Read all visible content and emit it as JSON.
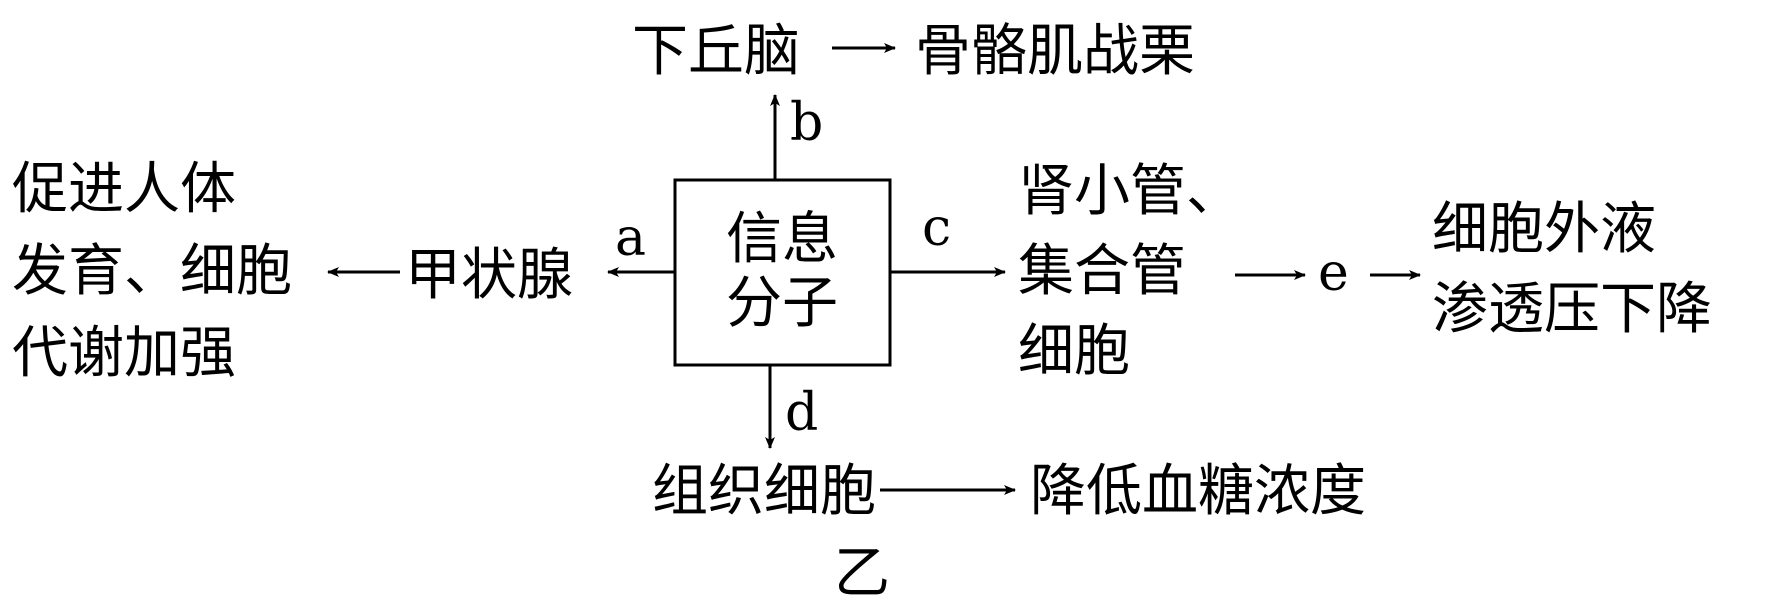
{
  "center_box": {
    "line1": "信息",
    "line2": "分子"
  },
  "top": {
    "source": "下丘脑",
    "target": "骨骼肌战栗",
    "label": "b"
  },
  "left": {
    "label": "a",
    "organ": "甲状腺",
    "effect": [
      "促进人体",
      "发育、细胞",
      "代谢加强"
    ]
  },
  "right": {
    "label": "c",
    "target": [
      "肾小管、",
      "集合管",
      "细胞"
    ],
    "intermediate": "e",
    "effect": [
      "细胞外液",
      "渗透压下降"
    ]
  },
  "bottom": {
    "label": "d",
    "source": "组织细胞",
    "target": "降低血糖浓度"
  },
  "caption": "乙"
}
